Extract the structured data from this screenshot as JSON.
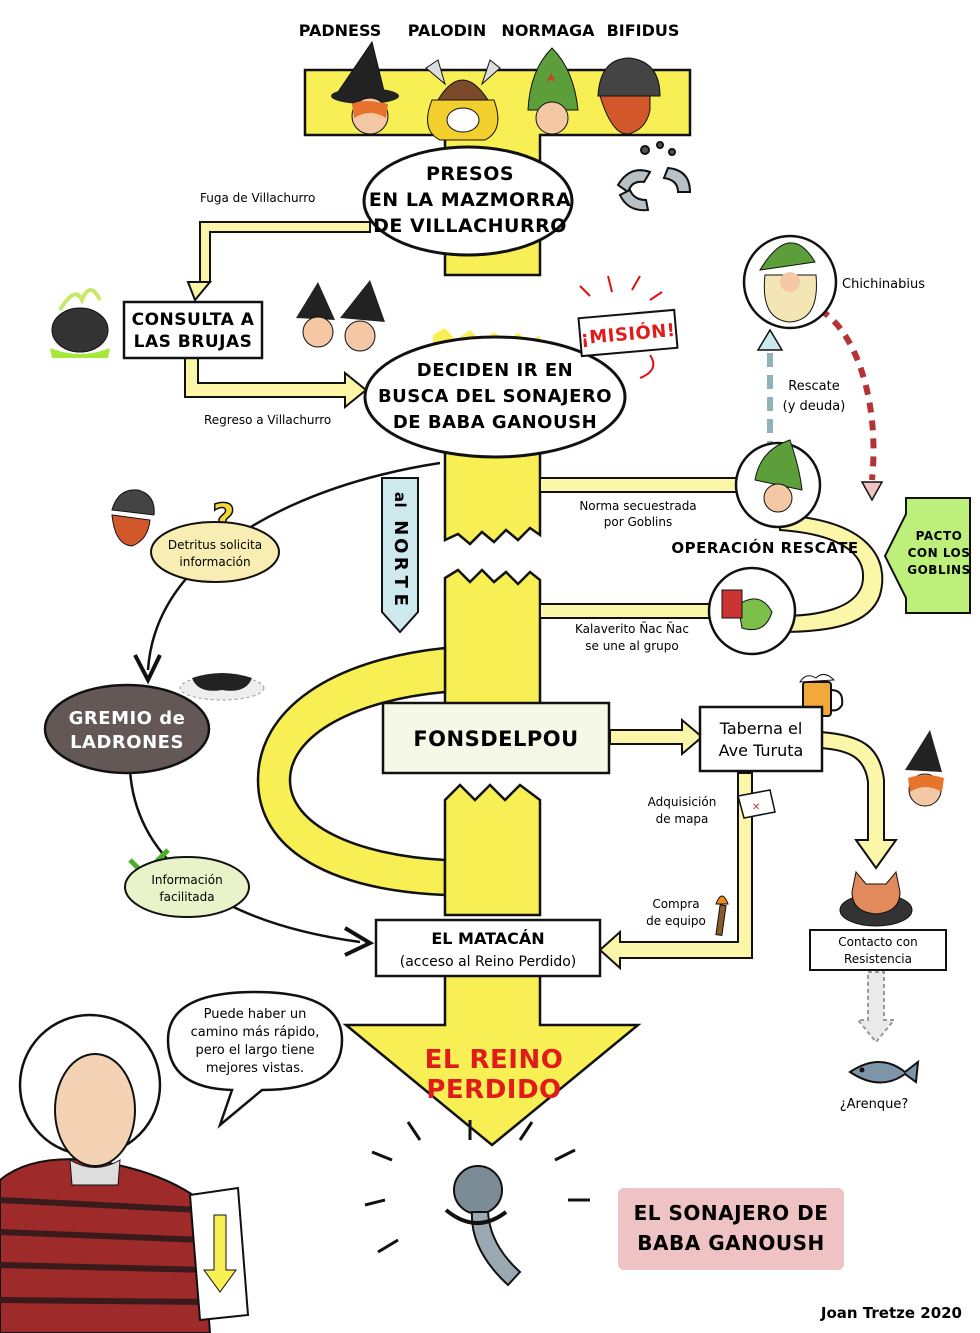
{
  "characters": [
    "PADNESS",
    "PALODIN",
    "NORMAGA",
    "BIFIDUS"
  ],
  "nodes": {
    "presos": [
      "PRESOS",
      "EN LA MAZMORRA",
      "DE VILLACHURRO"
    ],
    "consulta": [
      "CONSULTA A",
      "LAS BRUJAS"
    ],
    "deciden": [
      "DECIDEN IR EN",
      "BUSCA DEL SONAJERO",
      "DE BABA GANOUSH"
    ],
    "mision": "¡MISIÓN!",
    "detritus": [
      "Detritus solicita",
      "información"
    ],
    "gremio": [
      "GREMIO de",
      "LADRONES"
    ],
    "informacion": [
      "Información",
      "facilitada"
    ],
    "fonsdelpou": "FONSDELPOU",
    "taberna": [
      "Taberna el",
      "Ave Turuta"
    ],
    "matacan": [
      "EL MATACÁN",
      "(acceso al Reino Perdido)"
    ],
    "reino": [
      "EL REINO",
      "PERDIDO"
    ],
    "sonajero": [
      "EL SONAJERO DE",
      "BABA GANOUSH"
    ],
    "contacto": [
      "Contacto con",
      "Resistencia"
    ],
    "arenque": "¿Arenque?",
    "pacto": [
      "PACTO",
      "CON LOS",
      "GOBLINS"
    ],
    "operacion": "OPERACIÓN RESCATE",
    "al_norte": [
      "al",
      "N",
      "O",
      "R",
      "T",
      "E"
    ]
  },
  "edge_labels": {
    "fuga": "Fuga de Villachurro",
    "regreso": "Regreso a Villachurro",
    "chichinabius": "Chichinabius",
    "rescate": [
      "Rescate",
      "(y deuda)"
    ],
    "norma": [
      "Norma secuestrada",
      "por Goblins"
    ],
    "kalaverito": [
      "Kalaverito Ñac Ñac",
      "se une al grupo"
    ],
    "adquisicion": [
      "Adquisición",
      "de mapa"
    ],
    "compra": [
      "Compra",
      "de equipo"
    ]
  },
  "speech": [
    "Puede haber un",
    "camino más rápido,",
    "pero el largo tiene",
    "mejores vistas."
  ],
  "signature": "Joan Tretze 2020",
  "colors": {
    "yellow": "#f7ef54",
    "pale_yellow": "#fbf6a8",
    "cream": "#f5f8e6",
    "green": "#bdf07a",
    "light_blue": "#cde9ee",
    "gremio": "#645857",
    "pink": "#efc2c4",
    "red": "#e11a1a"
  }
}
